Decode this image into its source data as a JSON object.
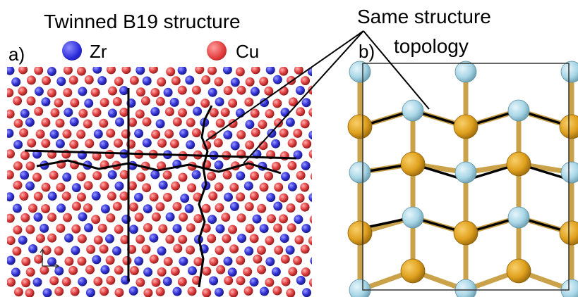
{
  "panel_a": {
    "title": "Twinned B19 structure",
    "label": "a)",
    "legend": [
      {
        "name": "Zr",
        "color": "#3a3ae0"
      },
      {
        "name": "Cu",
        "color": "#e04848"
      }
    ]
  },
  "panel_b": {
    "label": "b)",
    "colors": {
      "light_atom": "#add8e6",
      "gold_atom": "#e6a620",
      "bond_light": "#b8dce8",
      "bond_gold": "#c08818"
    }
  },
  "annotation": {
    "line1": "Same structure",
    "line2": "topology"
  }
}
